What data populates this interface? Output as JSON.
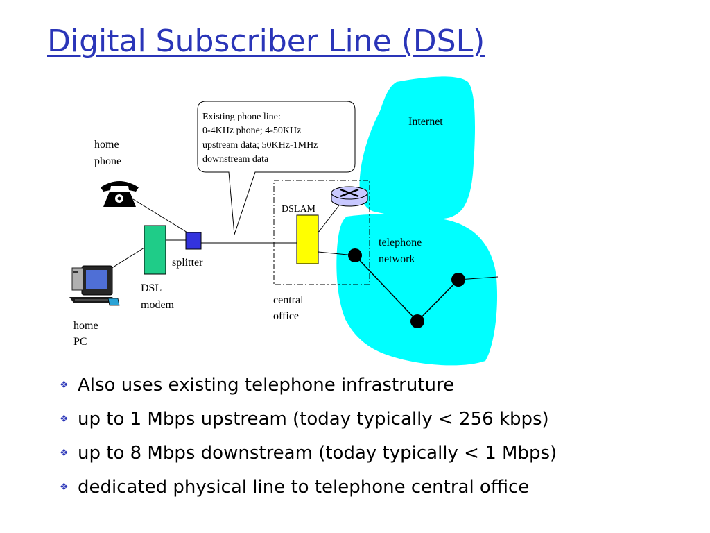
{
  "title": "Digital Subscriber Line (DSL)",
  "diagram": {
    "callout_lines": [
      "Existing phone line:",
      "0-4KHz phone; 4-50KHz",
      "upstream data; 50KHz-1MHz",
      "downstream data"
    ],
    "labels": {
      "internet": "Internet",
      "home_phone": [
        "home",
        "phone"
      ],
      "dslam": "DSLAM",
      "telephone_network": [
        "telephone",
        "network"
      ],
      "splitter": "splitter",
      "dsl_modem": [
        "DSL",
        "modem"
      ],
      "central_office": [
        "central",
        "office"
      ],
      "home_pc": [
        "home",
        "PC"
      ]
    },
    "colors": {
      "cloud": "#00ffff",
      "modem": "#1fcc88",
      "splitter": "#3333dd",
      "dslam": "#ffff00",
      "router": "#c8c8ff"
    },
    "icons": [
      "phone-icon",
      "computer-icon",
      "router-icon"
    ]
  },
  "bullet_mark": "❖",
  "bullets": [
    "Also uses existing telephone infrastruture",
    "up to 1 Mbps upstream (today typically < 256 kbps)",
    "up to 8 Mbps downstream (today typically < 1 Mbps)",
    "dedicated physical line to telephone central office"
  ]
}
